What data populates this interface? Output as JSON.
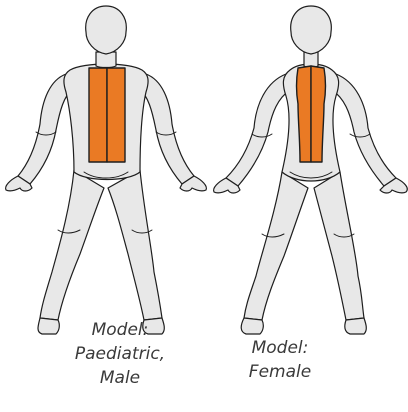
{
  "colors": {
    "body_fill": "#e8e8e8",
    "pad_fill": "#ea7a24",
    "outline": "#1e1e1e",
    "caption_text": "#3a3a3a",
    "background": "#ffffff"
  },
  "figures": [
    {
      "caption": "Model:\nPaediatric,\nMale",
      "pad_style": "two-strips"
    },
    {
      "caption": "Model:\nFemale",
      "pad_style": "two-strips-tapered"
    }
  ]
}
